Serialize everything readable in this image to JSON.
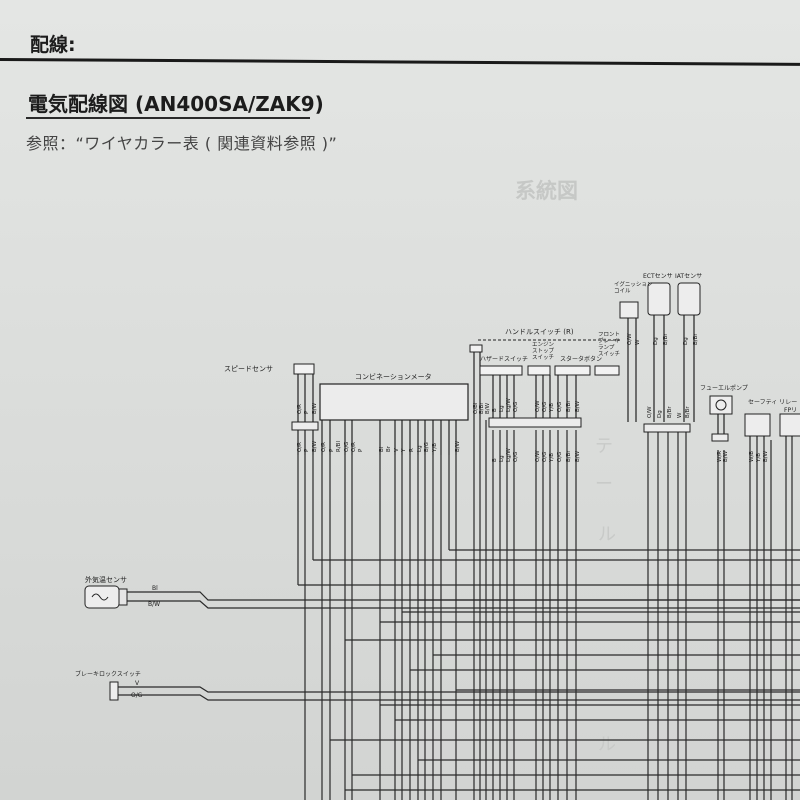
{
  "header": {
    "section_title": "配線:",
    "diagram_title": "電気配線図 (AN400SA/ZAK9)",
    "reference_note": "参照：“ワイヤカラー表 ( 関連資料参照 )”"
  },
  "background_ghost": {
    "title": "系統図",
    "labels": [
      "テ",
      "ー",
      "ル",
      "ル"
    ]
  },
  "components": {
    "speed_sensor": "スピードセンサ",
    "combination_meter": "コンビネーションメータ",
    "handle_switch_r": "ハンドルスイッチ (R)",
    "hazard_switch": "ハザードスイッチ",
    "engine_stop_switch": "エンジン\nストップ\nスイッチ",
    "starter_button": "スタータボタン",
    "front_brake_light_switch": "フロント\nブレーキ\nランプ\nスイッチ",
    "ignition_coil": "イグニッション\nコイル",
    "ect_sensor": "ECTセンサ",
    "iat_sensor": "IATセンサ",
    "fuel_pump": "フューエルポンプ",
    "safety_relay": "セーフティ\nリレー",
    "fp_relay": "FPリ",
    "ambient_temp_sensor": "外気温センサ",
    "brake_lock_switch": "ブレーキロックスイッチ"
  },
  "wire_labels": {
    "speed_sensor": [
      "O/R",
      "P",
      "B/W"
    ],
    "speed_sensor_lower": [
      "O/R",
      "P",
      "B/W"
    ],
    "meter_lower": [
      "O/R",
      "P",
      "R/Bl",
      "O/G",
      "O/R",
      "P",
      "Bl",
      "Br",
      "V",
      "Y",
      "R",
      "Lg",
      "B/G",
      "Y/B",
      "B/W"
    ],
    "connector_mid": [
      "O/Bl",
      "B/Br",
      "B/W"
    ],
    "handle_upper": [
      "B",
      "Lg",
      "Lg/W",
      "O/G",
      "O/W",
      "O/G",
      "Y/B",
      "O/G",
      "B/Br",
      "B/W"
    ],
    "handle_lower": [
      "B",
      "Lg",
      "Lg/W",
      "O/G",
      "O/W",
      "O/G",
      "Y/B",
      "O/G",
      "B/Br",
      "B/W"
    ],
    "ignition": [
      "O/W",
      "W"
    ],
    "ect": [
      "Dg",
      "B/Br"
    ],
    "iat": [
      "Dg",
      "B/Br"
    ],
    "ecu_lower": [
      "O/W",
      "Dg",
      "B/Br",
      "W",
      "B/Br"
    ],
    "fuel_pump": [
      "W/R",
      "B/W"
    ],
    "safety_relay": [
      "W/B",
      "Y/B",
      "B/W"
    ],
    "ambient": [
      "Bl",
      "B/W"
    ],
    "brake_lock": [
      "V",
      "O/G"
    ]
  }
}
